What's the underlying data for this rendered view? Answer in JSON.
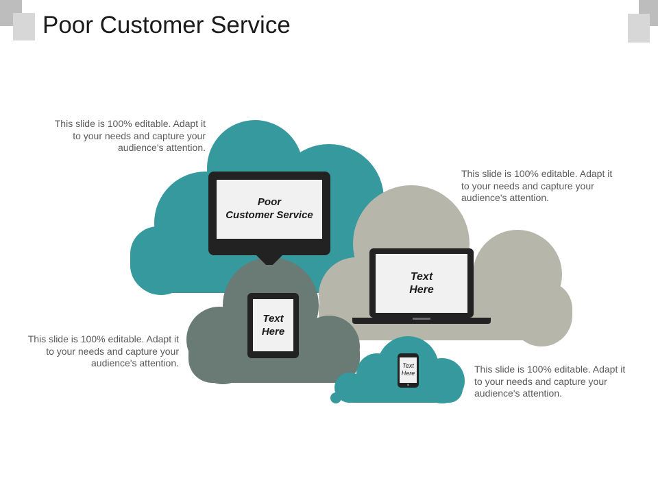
{
  "slide": {
    "title": "Poor Customer Service"
  },
  "devices": {
    "monitor_label": "Poor\nCustomer Service",
    "laptop_label": "Text\nHere",
    "tablet_label": "Text\nHere",
    "phone_label": "Text\nHere"
  },
  "descriptions": {
    "top_left": "This slide is 100% editable. Adapt it to your needs and capture your audience's attention.",
    "top_right": "This slide is 100% editable. Adapt it to your needs and capture your audience's attention.",
    "bottom_left": "This slide is 100% editable. Adapt it to your needs and capture your audience's attention.",
    "bottom_right": "This slide is 100% editable. Adapt it to your needs and capture your audience's attention."
  },
  "colors": {
    "teal": "#36999d",
    "light_gray": "#b6b6ab",
    "dark_gray": "#697b74",
    "device": "#222222"
  }
}
